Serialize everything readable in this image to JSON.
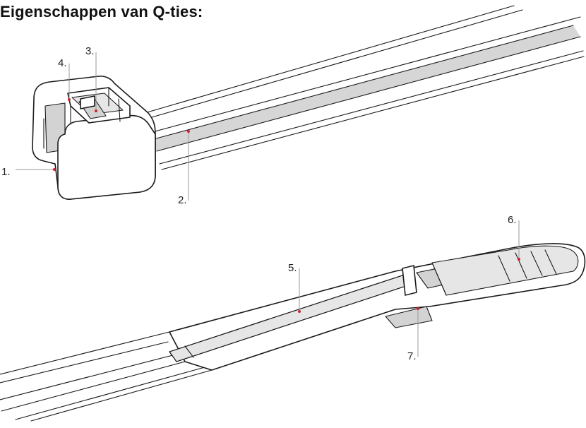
{
  "title": "Eigenschappen van Q-ties:",
  "callouts": [
    {
      "id": "1",
      "label": "1."
    },
    {
      "id": "2",
      "label": "2."
    },
    {
      "id": "3",
      "label": "3."
    },
    {
      "id": "4",
      "label": "4."
    },
    {
      "id": "5",
      "label": "5."
    },
    {
      "id": "6",
      "label": "6."
    },
    {
      "id": "7",
      "label": "7."
    }
  ],
  "colors": {
    "marker": "#d21f2b",
    "fill_gray": "#d3d3d3",
    "outline": "#1a1a1a"
  }
}
